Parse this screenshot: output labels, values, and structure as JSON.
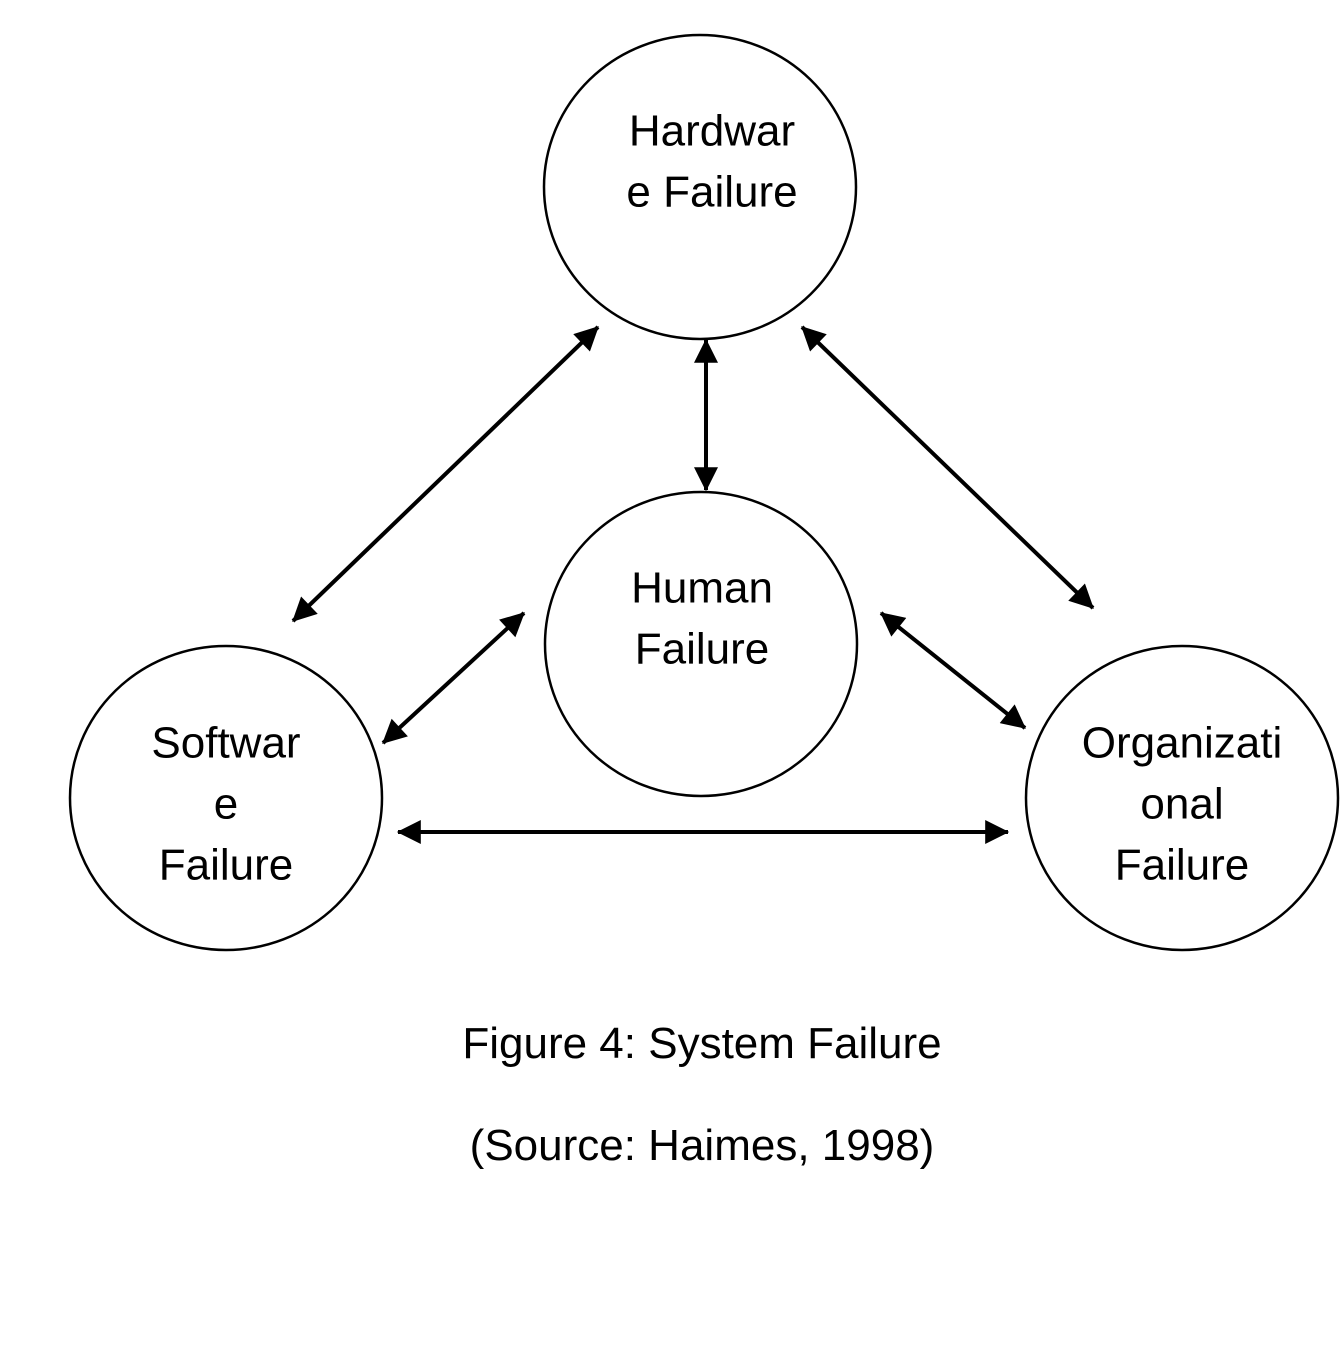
{
  "diagram": {
    "nodes": [
      {
        "id": "hardware",
        "lines": [
          "Hardwar",
          "e Failure"
        ]
      },
      {
        "id": "human",
        "lines": [
          "Human",
          "Failure"
        ]
      },
      {
        "id": "software",
        "lines": [
          "Softwar",
          "e",
          "Failure"
        ]
      },
      {
        "id": "organizational",
        "lines": [
          "Organizati",
          "onal",
          "Failure"
        ]
      }
    ],
    "edges": [
      {
        "from": "hardware",
        "to": "software",
        "direction": "both"
      },
      {
        "from": "hardware",
        "to": "human",
        "direction": "both"
      },
      {
        "from": "hardware",
        "to": "organizational",
        "direction": "both"
      },
      {
        "from": "human",
        "to": "software",
        "direction": "both"
      },
      {
        "from": "human",
        "to": "organizational",
        "direction": "both"
      },
      {
        "from": "software",
        "to": "organizational",
        "direction": "both"
      }
    ],
    "colors": {
      "stroke": "#000000",
      "fill": "#ffffff"
    }
  },
  "caption": {
    "figure": "Figure 4: System Failure",
    "source": "(Source: Haimes, 1998)"
  }
}
